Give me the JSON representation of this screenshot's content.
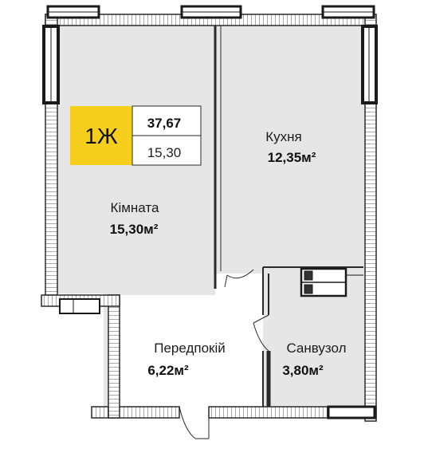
{
  "badge": {
    "type": "1Ж",
    "total_area": "37,67",
    "living_area": "15,30",
    "accent_color": "#f6cf1e"
  },
  "rooms": {
    "room": {
      "name": "Кімната",
      "area": "15,30м²"
    },
    "kitchen": {
      "name": "Кухня",
      "area": "12,35м²"
    },
    "hallway": {
      "name": "Передпокій",
      "area": "6,22м²"
    },
    "bathroom": {
      "name": "Санвузол",
      "area": "3,80м²"
    }
  },
  "colors": {
    "floor": "#e6e6e6",
    "wall": "#2a2a2a",
    "background": "#ffffff"
  }
}
